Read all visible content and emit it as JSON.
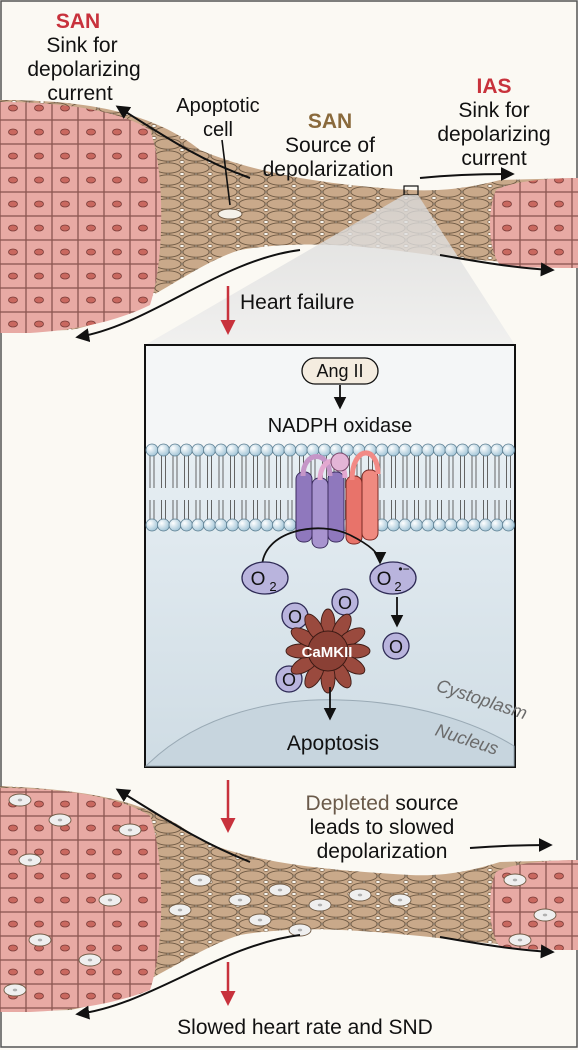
{
  "top_panel": {
    "left_title": "SAN",
    "left_line1": "Sink for",
    "left_line2": "depolarizing",
    "left_line3": "current",
    "apoptotic_line1": "Apoptotic",
    "apoptotic_line2": "cell",
    "center_title": "SAN",
    "center_line1": "Source of",
    "center_line2": "depolarization",
    "right_title": "IAS",
    "right_line1": "Sink for",
    "right_line2": "depolarizing",
    "right_line3": "current"
  },
  "transition1": {
    "label": "Heart failure"
  },
  "inset": {
    "ang": "Ang II",
    "enzyme": "NADPH oxidase",
    "o2_left": "O",
    "o2_left_sub": "2",
    "o2_right": "O",
    "o2_right_sub": "2",
    "o2_right_sup": "•−",
    "oxidant_label": "O",
    "camkii": "CaMKII",
    "cytoplasm": "Cystoplasm",
    "nucleus": "Nucleus",
    "outcome": "Apoptosis"
  },
  "bottom_panel": {
    "line1_dark": "Depleted",
    "line1_rest": " source",
    "line2": "leads to slowed",
    "line3": "depolarization"
  },
  "footer": {
    "label": "Slowed heart rate and SND"
  },
  "colors": {
    "red_label": "#c8323c",
    "brown_label": "#8a6a3c",
    "atrial_cell": "#e8aaa4",
    "san_cell": "#c9a98a",
    "arrow_red": "#c8323c",
    "purple_channel": "#9b86c4",
    "red_channel": "#e8736a",
    "camkii": "#9a4a3e"
  }
}
